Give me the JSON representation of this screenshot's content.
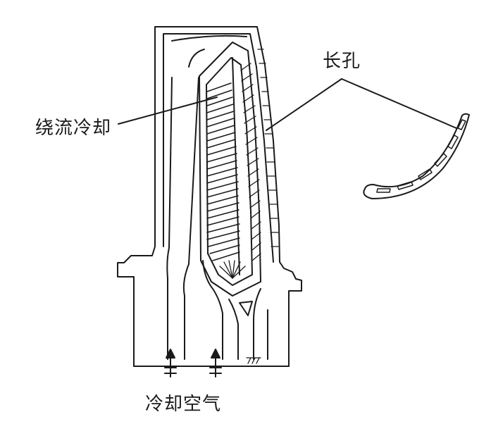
{
  "labels": {
    "long_holes": "长孔",
    "flow_around_cooling": "绕流冷却",
    "cooling_air": "冷却空气"
  },
  "colors": {
    "line": "#1a1a1a",
    "background": "#ffffff"
  }
}
